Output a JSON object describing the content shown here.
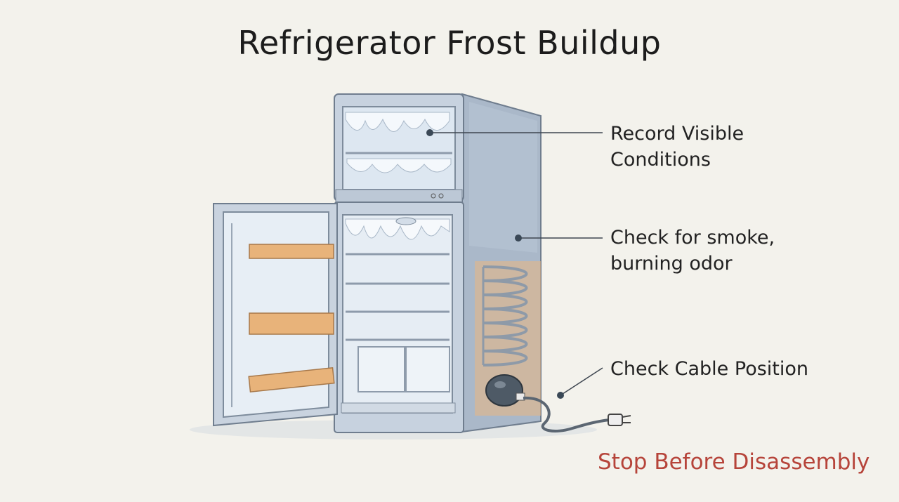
{
  "title": "Refrigerator Frost Buildup",
  "callouts": [
    {
      "lines": [
        "Record Visible",
        "Conditions"
      ]
    },
    {
      "lines": [
        "Check for smoke,",
        "burning odor"
      ]
    },
    {
      "lines": [
        "Check Cable Position"
      ]
    }
  ],
  "warning": "Stop Before Disassembly",
  "colors": {
    "background": "#f3f2ec",
    "title_text": "#1c1c1c",
    "label_text": "#222222",
    "warning_text": "#b6443a",
    "fridge_steel": "#b9c5d3",
    "frost": "#e3edf6",
    "door_bins": "#e8b37a",
    "condenser_coil": "#9aa7b6"
  }
}
